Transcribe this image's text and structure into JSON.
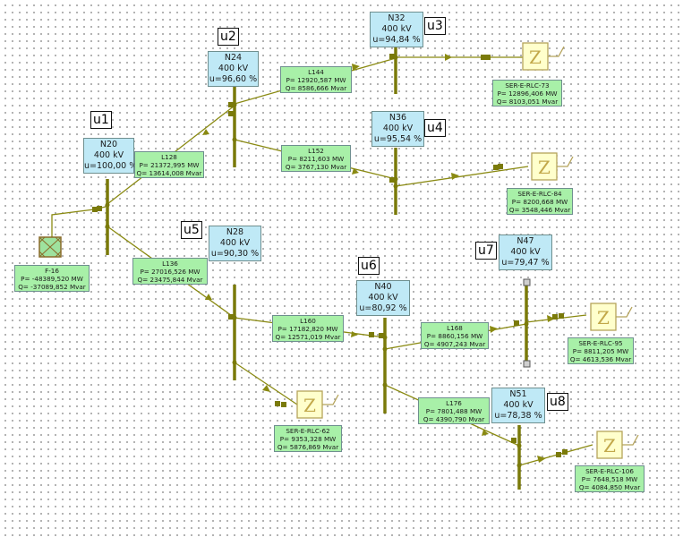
{
  "colors": {
    "line": "#8a8a12",
    "busbar": "#7a7a0a",
    "node_bg": "#bfe9f6",
    "label_bg": "#a8f0a8",
    "load_bg": "#ffffcc",
    "gen_bg": "#9ee29e"
  },
  "units": {
    "voltage": "400 kV"
  },
  "tags": [
    "u1",
    "u2",
    "u3",
    "u4",
    "u5",
    "u6",
    "u7",
    "u8"
  ],
  "nodes": [
    {
      "id": "N20",
      "voltage": "400 kV",
      "u": "u=100,00 %"
    },
    {
      "id": "N24",
      "voltage": "400 kV",
      "u": "u=96,60 %"
    },
    {
      "id": "N32",
      "voltage": "400 kV",
      "u": "u=94,84 %"
    },
    {
      "id": "N36",
      "voltage": "400 kV",
      "u": "u=95,54 %"
    },
    {
      "id": "N28",
      "voltage": "400 kV",
      "u": "u=90,30 %"
    },
    {
      "id": "N40",
      "voltage": "400 kV",
      "u": "u=80,92 %"
    },
    {
      "id": "N47",
      "voltage": "400 kV",
      "u": "u=79,47 %"
    },
    {
      "id": "N51",
      "voltage": "400 kV",
      "u": "u=78,38 %"
    }
  ],
  "lines": [
    {
      "id": "L128",
      "p": "P= 21372,995 MW",
      "q": "Q= 13614,008 Mvar"
    },
    {
      "id": "L144",
      "p": "P= 12920,587 MW",
      "q": "Q= 8586,666 Mvar"
    },
    {
      "id": "L152",
      "p": "P= 8211,603 MW",
      "q": "Q= 3767,130 Mvar"
    },
    {
      "id": "L136",
      "p": "P= 27016,526 MW",
      "q": "Q= 23475,844 Mvar"
    },
    {
      "id": "L160",
      "p": "P= 17182,820 MW",
      "q": "Q= 12571,019 Mvar"
    },
    {
      "id": "L168",
      "p": "P= 8860,156 MW",
      "q": "Q= 4907,243 Mvar"
    },
    {
      "id": "L176",
      "p": "P= 7801,488 MW",
      "q": "Q= 4390,790 Mvar"
    }
  ],
  "loads": [
    {
      "id": "SER-E-RLC-73",
      "p": "P= 12896,406 MW",
      "q": "Q= 8103,051 Mvar"
    },
    {
      "id": "SER-E-RLC-84",
      "p": "P= 8200,668 MW",
      "q": "Q= 3548,446 Mvar"
    },
    {
      "id": "SER-E-RLC-62",
      "p": "P= 9353,328 MW",
      "q": "Q= 5876,869 Mvar"
    },
    {
      "id": "SER-E-RLC-95",
      "p": "P= 8811,205 MW",
      "q": "Q= 4613,536 Mvar"
    },
    {
      "id": "SER-E-RLC-106",
      "p": "P= 7648,518 MW",
      "q": "Q= 4084,850 Mvar"
    }
  ],
  "generator": {
    "id": "F-16",
    "p": "P= -48389,520 MW",
    "q": "Q= -37089,852 Mvar"
  },
  "load_symbol": "Z"
}
